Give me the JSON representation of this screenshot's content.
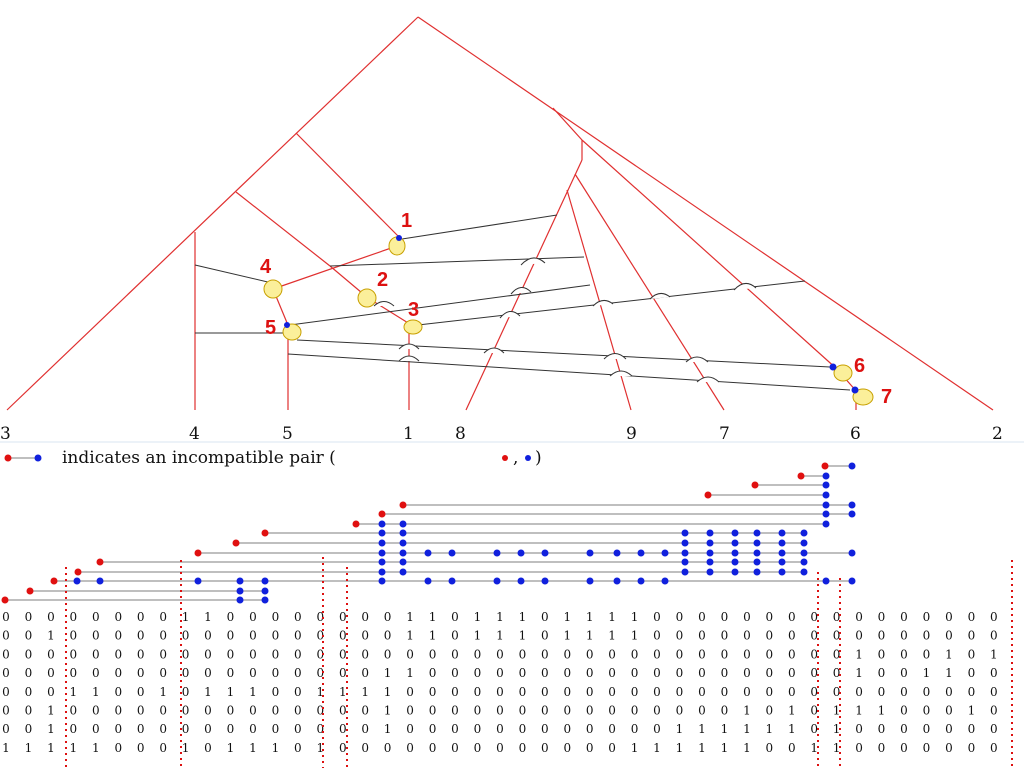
{
  "colors": {
    "tree": "#e03030",
    "recombination": "#333333",
    "node_fill": "#fbef9a",
    "node_label": "#dd1111",
    "incompatible_left": "#e01010",
    "incompatible_right": "#1020dd",
    "divider": "#dd1111"
  },
  "network": {
    "leaves": [
      "3",
      "4",
      "5",
      "1",
      "8",
      "9",
      "7",
      "6",
      "2"
    ],
    "node_labels": [
      "1",
      "2",
      "3",
      "4",
      "5",
      "6",
      "7"
    ]
  },
  "legend": {
    "text": "indicates an incompatible pair (",
    "text_tail": ")",
    "separator": ","
  },
  "matrix": {
    "rows": [
      "000000001100000000110111011110000000000000000",
      "001000000000000000110111011110000000000000000",
      "000000000000000000000000000000000000001000101",
      "000000000000000001100000000000000000001001100",
      "000110010111001111000000000000000000000000000",
      "001000000000000001000000000000000101011100010",
      "001000000000000001000000000000111111010000000",
      "111110001011101000000000000011111100110000000"
    ]
  }
}
